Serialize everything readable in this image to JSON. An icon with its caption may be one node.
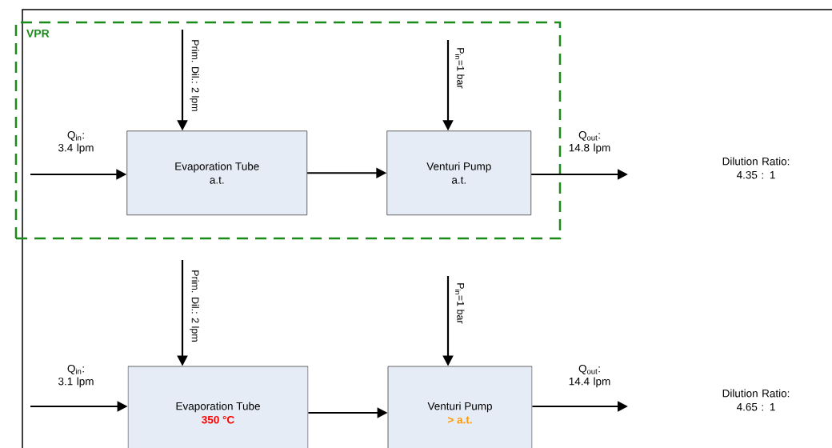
{
  "diagram": {
    "nodes": [
      {
        "text": [
          "VPR"
        ]
      },
      {
        "text": [
          "Evaporation Tube",
          "a.t."
        ],
        "in": 0
      },
      {
        "text": [
          "Venturi Pump",
          "a.t."
        ],
        "in": 0
      },
      {
        "text": [
          "Evaporation Tube",
          "350 °C"
        ]
      },
      {
        "text": [
          "Venturi Pump",
          "> a.t."
        ]
      }
    ],
    "edges": [
      {
        "from": null,
        "to": 1,
        "arrow": "to",
        "label": "Q$_{in}$: 3.4 lpm"
      },
      {
        "from": null,
        "to": 1,
        "arrow": "to",
        "label": "Prim. Dil.: 2 lpm"
      },
      {
        "from": 1,
        "to": 2,
        "arrow": "to"
      },
      {
        "from": null,
        "to": 2,
        "arrow": "to",
        "label": "P$_{in}$=1 bar"
      },
      {
        "from": 2,
        "to": null,
        "arrow": "to",
        "label": "Q$_{out}$: 14.8 lpm"
      },
      {
        "from": null,
        "to": 3,
        "arrow": "to",
        "label": "Q$_{in}$: 3.1 lpm"
      },
      {
        "from": null,
        "to": 3,
        "arrow": "to",
        "label": "Prim. Dil.: 2 lpm"
      },
      {
        "from": 3,
        "to": 4,
        "arrow": "to"
      },
      {
        "from": null,
        "to": 4,
        "arrow": "to",
        "label": "P$_{in}$=1 bar"
      },
      {
        "from": 4,
        "to": null,
        "arrow": "to",
        "label": "Q$_{out}$: 14.4 lpm"
      }
    ],
    "labels": [
      "Dilution Ratio: 4.35 : 1",
      "Dilution Ratio: 4.65 : 1"
    ]
  }
}
